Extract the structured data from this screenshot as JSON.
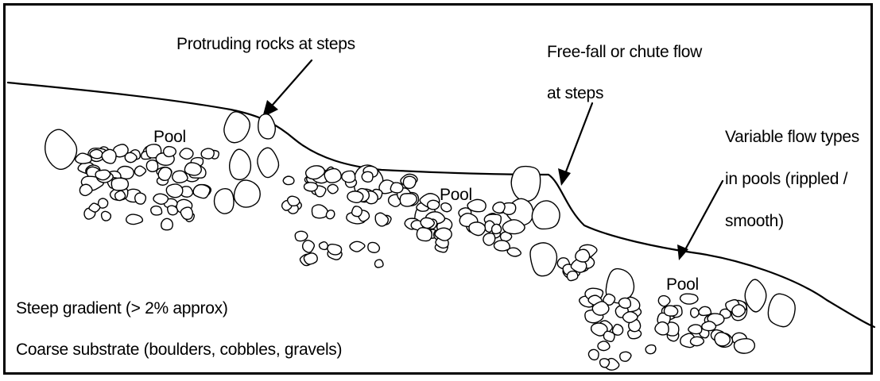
{
  "labels": {
    "protruding_rocks": "Protruding rocks at steps",
    "freefall_line1": "Free-fall  or  chute  flow",
    "freefall_line2": "at steps",
    "variable_line1": "Variable  flow  types",
    "variable_line2": "in  pools  (rippled  /",
    "variable_line3": "smooth)",
    "pool_1": "Pool",
    "pool_2": "Pool",
    "pool_3": "Pool",
    "gradient": "Steep gradient (> 2% approx)",
    "substrate": "Coarse substrate (boulders, cobbles, gravels)"
  },
  "colors": {
    "line": "#000000",
    "background": "#ffffff"
  }
}
